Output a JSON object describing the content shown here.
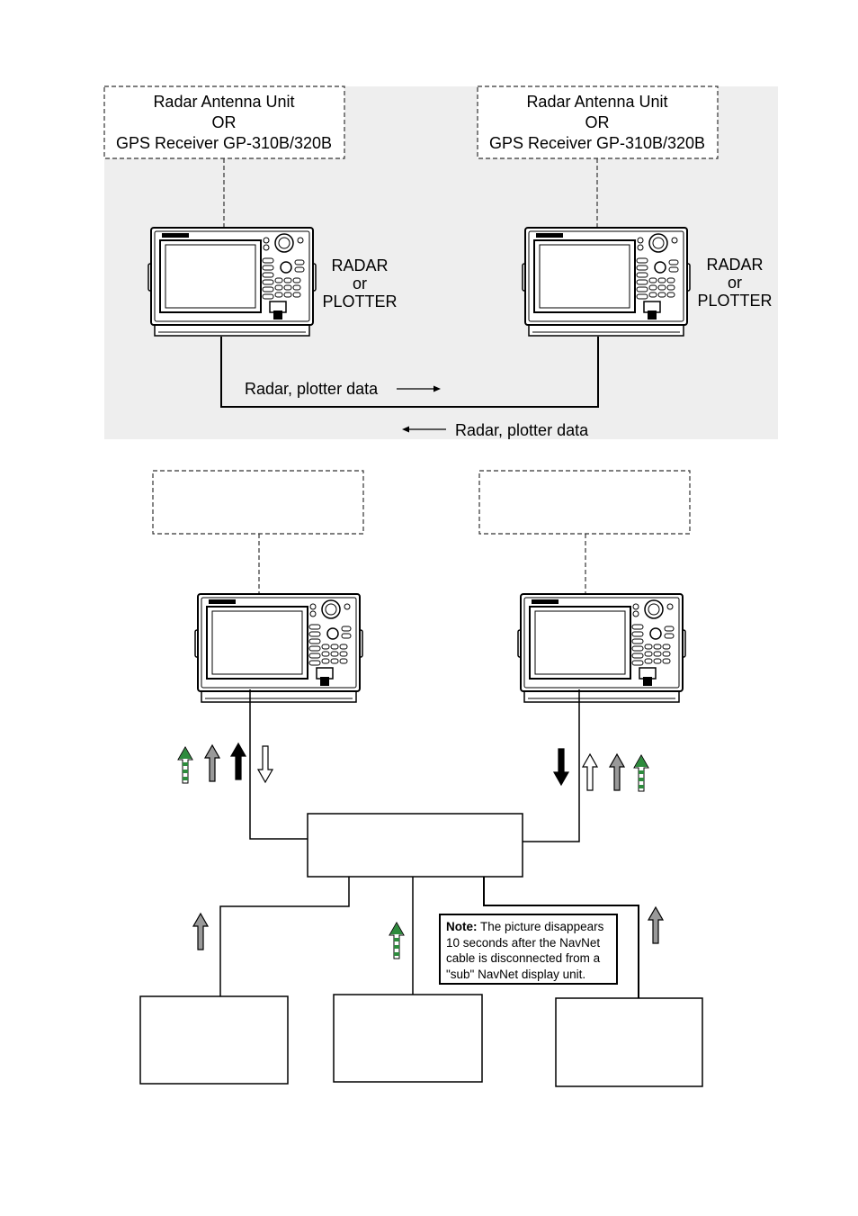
{
  "top_section": {
    "left_source": {
      "line1": "Radar Antenna Unit",
      "line2": "OR",
      "line3": "GPS Receiver GP-310B/320B"
    },
    "right_source": {
      "line1": "Radar Antenna Unit",
      "line2": "OR",
      "line3": "GPS Receiver GP-310B/320B"
    },
    "left_display_label": {
      "line1": "RADAR",
      "line2": "or",
      "line3": "PLOTTER"
    },
    "right_display_label": {
      "line1": "RADAR",
      "line2": "or",
      "line3": "PLOTTER"
    },
    "data_label_right": "Radar, plotter data",
    "data_label_left": "Radar, plotter data"
  },
  "note": {
    "heading": "Note:",
    "text": " The picture disappears 10 seconds after the NavNet cable is disconnected from a \"sub\" NavNet display unit."
  },
  "colors": {
    "line": "#000000",
    "dashed": "#333333",
    "background_panel": "#eeeeee",
    "arrow_gray": "#999999",
    "arrow_green": "#2e8b3d",
    "arrow_black": "#000000",
    "arrow_white": "#ffffff"
  },
  "icons": {
    "display_unit": "navnet-display-unit-icon",
    "arrow_up_gray": "arrow-up-gray-icon",
    "arrow_up_black": "arrow-up-black-icon",
    "arrow_up_white": "arrow-up-white-icon",
    "arrow_up_green_striped": "arrow-up-green-striped-icon",
    "arrow_down_black": "arrow-down-black-icon",
    "arrow_down_white": "arrow-down-white-icon"
  }
}
